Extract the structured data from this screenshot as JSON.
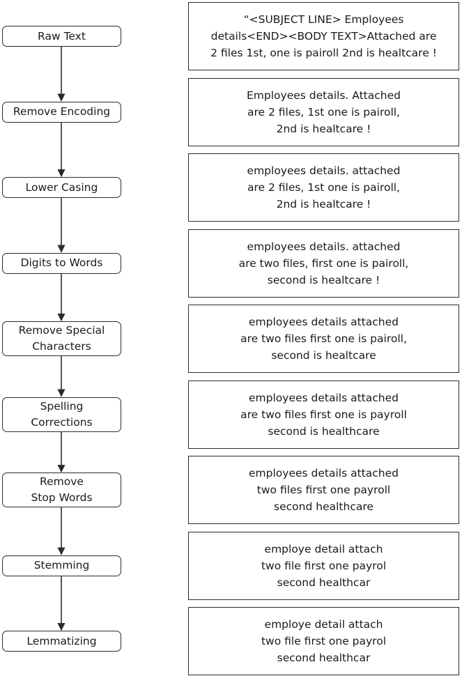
{
  "steps": [
    {
      "label": "Raw Text",
      "text": "“<SUBJECT LINE> Employees\ndetails<END><BODY TEXT>Attached are\n2 files 1st, one is pairoll 2nd is healtcare !"
    },
    {
      "label": "Remove Encoding",
      "text": "Employees details. Attached\nare 2 files, 1st one is pairoll,\n2nd is healtcare !"
    },
    {
      "label": "Lower Casing",
      "text": "employees details. attached\nare 2 files, 1st one is pairoll,\n2nd is healtcare !"
    },
    {
      "label": "Digits to Words",
      "text": "employees details. attached\nare two files, first one is pairoll,\nsecond is healtcare !"
    },
    {
      "label": "Remove Special\nCharacters",
      "text": "employees details attached\nare two files first one is pairoll,\nsecond is healtcare"
    },
    {
      "label": "Spelling\nCorrections",
      "text": "employees details attached\nare two files first one is payroll\nsecond is healthcare"
    },
    {
      "label": "Remove\nStop Words",
      "text": "employees details attached\ntwo files first one payroll\nsecond  healthcare"
    },
    {
      "label": "Stemming",
      "text": "employe detail attach\ntwo file first one payrol\nsecond healthcar"
    },
    {
      "label": "Lemmatizing",
      "text": "employe detail attach\ntwo file first one payrol\nsecond  healthcar"
    }
  ]
}
